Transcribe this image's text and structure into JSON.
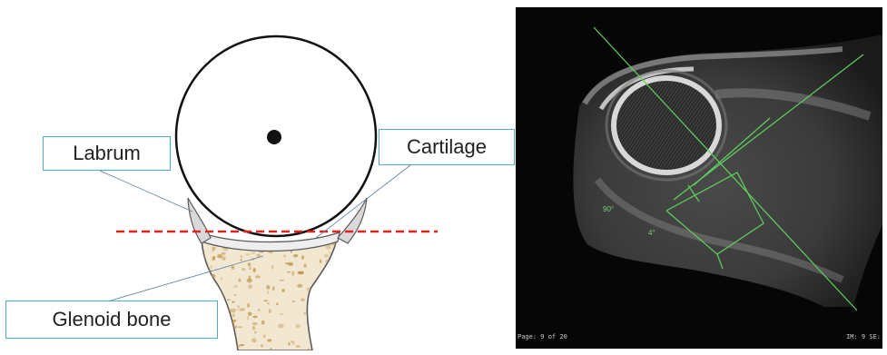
{
  "diagram": {
    "labels": {
      "labrum": "Labrum",
      "cartilage": "Cartilage",
      "glenoid_bone": "Glenoid bone"
    },
    "colors": {
      "callout_border": "#56a9c6",
      "dashed_line": "#e0241b",
      "bone_fill": "#f2e8d2",
      "bone_speckle": "#c49a52",
      "labrum_fill": "#d9d9d9"
    }
  },
  "mri": {
    "page_label": "Page: 9 of 20",
    "image_label": "IM: 9 SE:",
    "angle_90": "90°",
    "angle_4": "4°",
    "colors": {
      "overlay_lines": "#5fd25f",
      "background": "#060606"
    }
  }
}
